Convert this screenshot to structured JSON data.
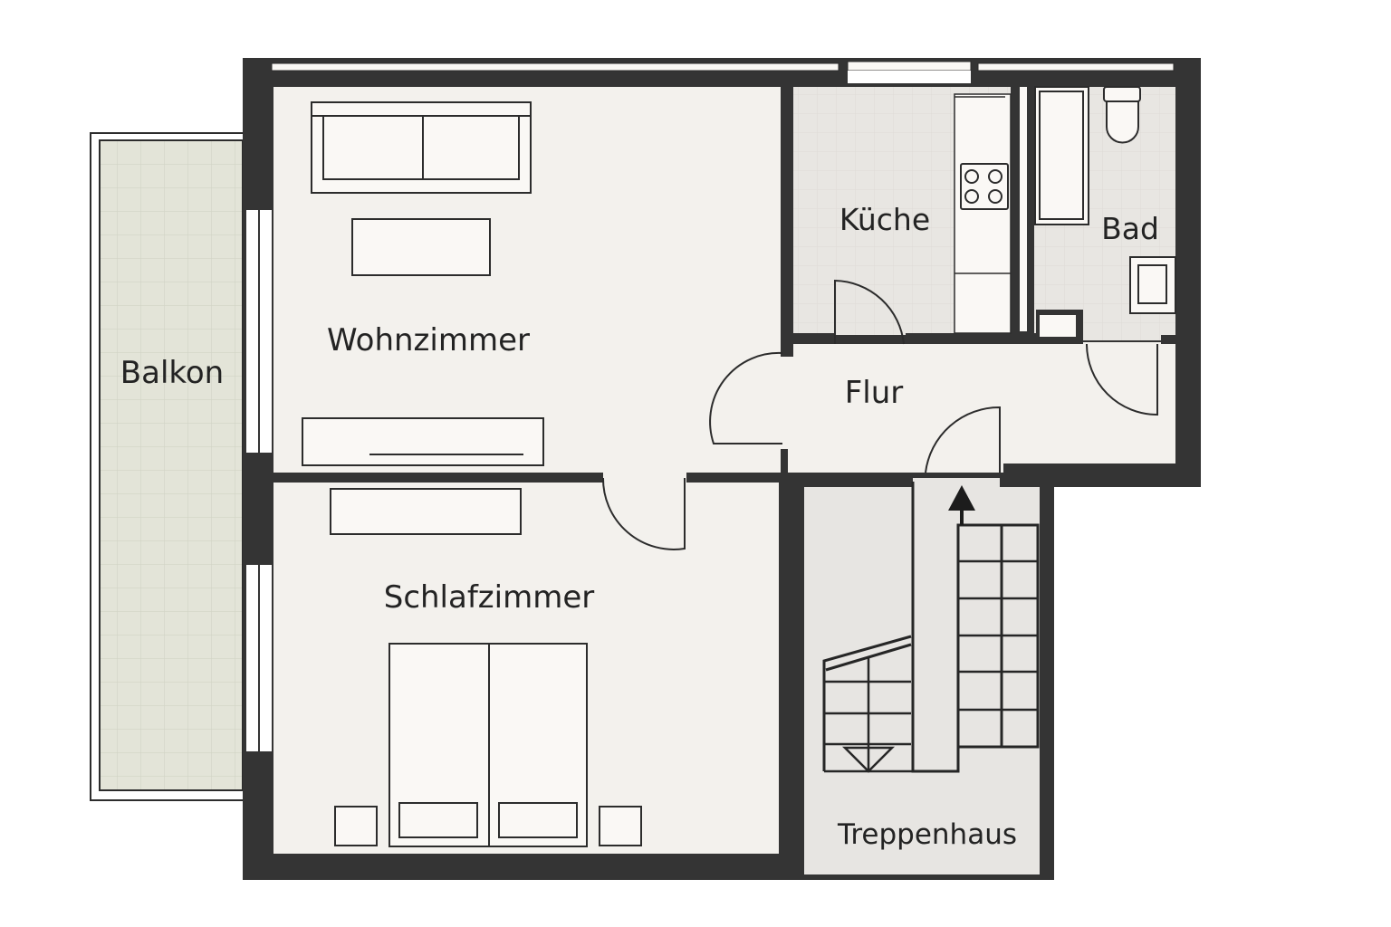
{
  "plan": {
    "colors": {
      "wall": "#343434",
      "living_floor": "#f3f1ed",
      "tiled_floor": "#e8e6e2",
      "balcony_floor": "#e3e4d8",
      "stair_floor": "#e7e5e2",
      "furniture_fill": "#faf8f5",
      "background": "#ffffff"
    },
    "rooms": [
      {
        "id": "wohnzimmer",
        "label": "Wohnzimmer"
      },
      {
        "id": "schlafzimmer",
        "label": "Schlafzimmer"
      },
      {
        "id": "kueche",
        "label": "Küche"
      },
      {
        "id": "bad",
        "label": "Bad"
      },
      {
        "id": "flur",
        "label": "Flur"
      },
      {
        "id": "balkon",
        "label": "Balkon"
      },
      {
        "id": "treppenhaus",
        "label": "Treppenhaus"
      }
    ],
    "furniture": {
      "wohnzimmer": [
        "sofa",
        "coffee-table",
        "tv-sideboard"
      ],
      "schlafzimmer": [
        "dresser",
        "double-bed",
        "pillow-left",
        "pillow-right",
        "nightstand-left",
        "nightstand-right"
      ],
      "kueche": [
        "kitchen-counter",
        "cooktop-4-burner"
      ],
      "bad": [
        "bathtub",
        "toilet",
        "sink"
      ],
      "treppenhaus": [
        "staircase-up-arrow",
        "staircase-down-marker"
      ]
    }
  }
}
